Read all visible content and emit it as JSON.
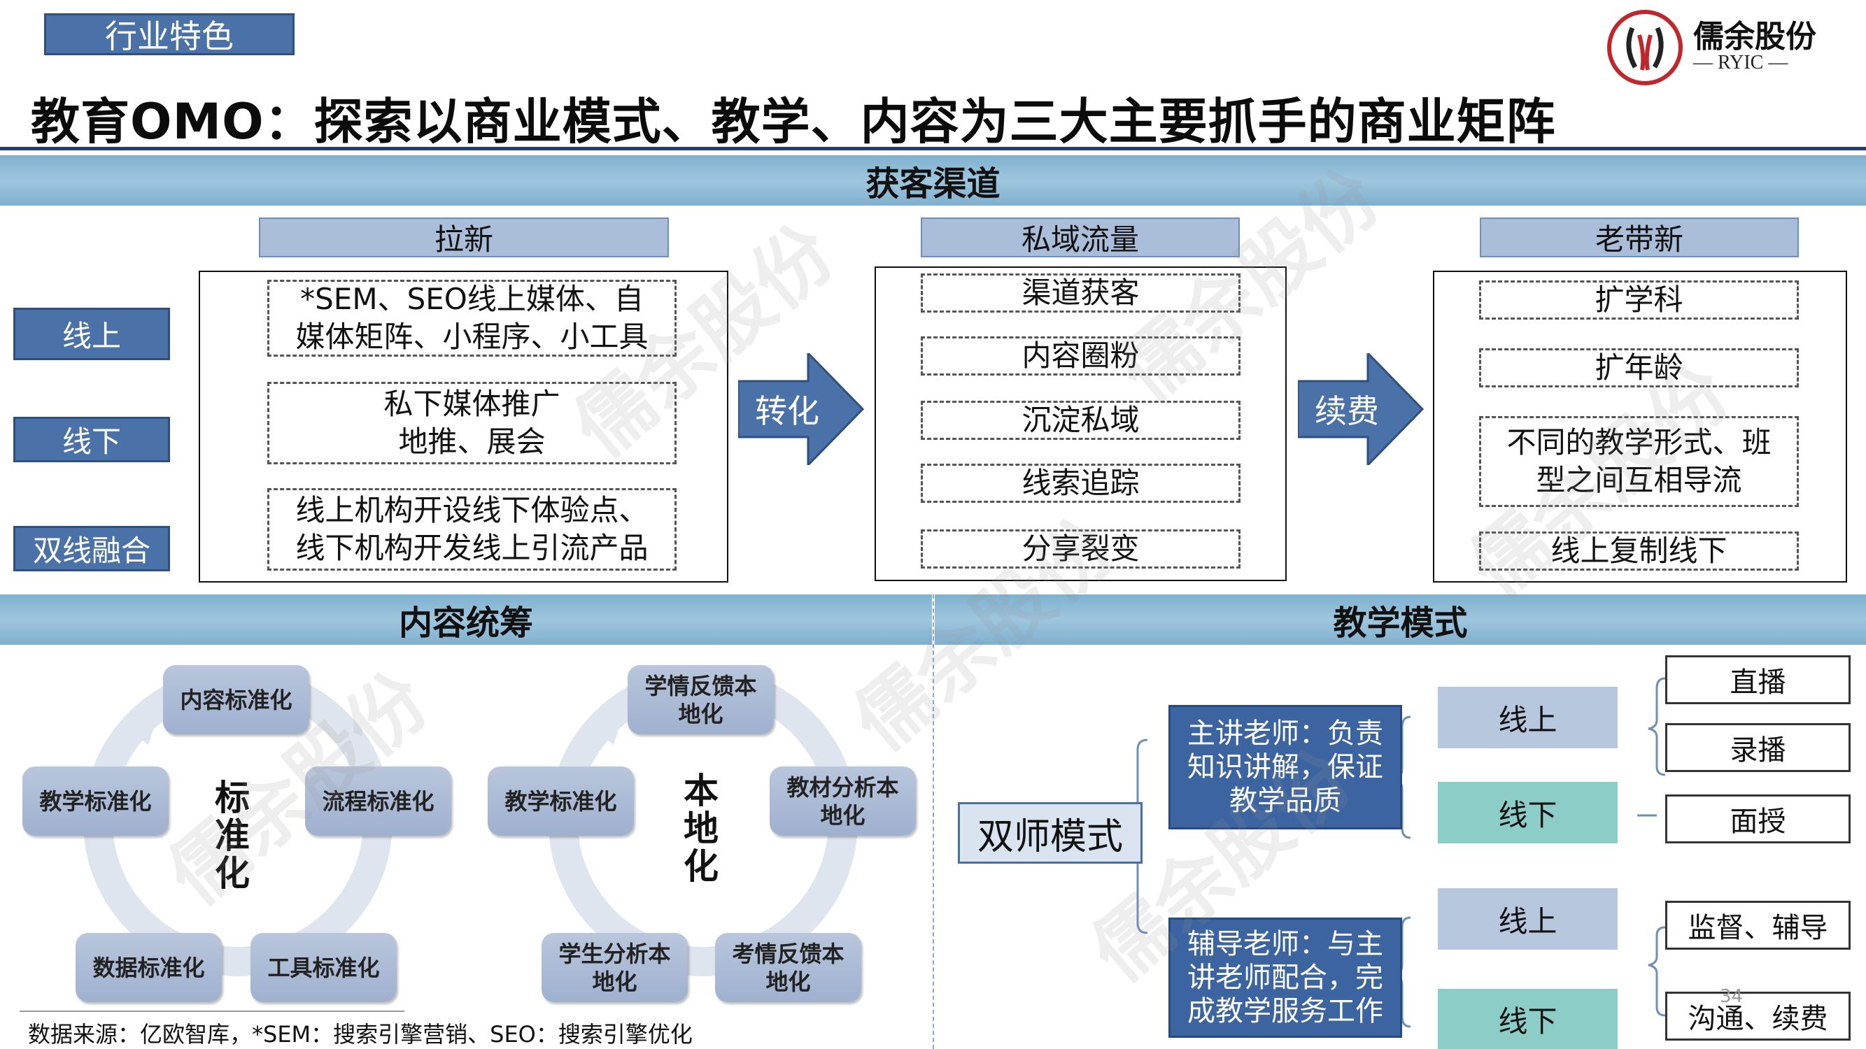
{
  "header": {
    "section_tag": "行业特色",
    "title": "教育OMO：探索以商业模式、教学、内容为三大主要抓手的商业矩阵",
    "logo_name": "儒余股份",
    "logo_sub": "— RYIC —"
  },
  "acquisition": {
    "title": "获客渠道",
    "channels": [
      "线上",
      "线下",
      "双线融合"
    ],
    "phases": [
      {
        "label": "拉新",
        "items": [
          [
            "*SEM、SEO线上媒体、自",
            "媒体矩阵、小程序、小工具"
          ],
          [
            "私下媒体推广",
            "地推、展会"
          ],
          [
            "线上机构开设线下体验点、",
            "线下机构开发线上引流产品"
          ]
        ]
      },
      {
        "label": "私域流量",
        "items": [
          "渠道获客",
          "内容圈粉",
          "沉淀私域",
          "线索追踪",
          "分享裂变"
        ]
      },
      {
        "label": "老带新",
        "items": [
          [
            "扩学科"
          ],
          [
            "扩年龄"
          ],
          [
            "不同的教学形式、班",
            "型之间互相导流"
          ],
          [
            "线上复制线下"
          ]
        ]
      }
    ],
    "arrows": [
      "转化",
      "续费"
    ]
  },
  "content": {
    "title": "内容统筹",
    "standardization": {
      "center": [
        "标",
        "准",
        "化"
      ],
      "nodes": [
        "内容标准化",
        "流程标准化",
        "工具标准化",
        "数据标准化",
        "教学标准化"
      ]
    },
    "localization": {
      "center": [
        "本",
        "地",
        "化"
      ],
      "nodes": [
        [
          "学情反馈本",
          "地化"
        ],
        [
          "教材分析本",
          "地化"
        ],
        [
          "考情反馈本",
          "地化"
        ],
        [
          "学生分析本",
          "地化"
        ],
        [
          "教学标准化"
        ]
      ]
    }
  },
  "teaching": {
    "title": "教学模式",
    "root": "双师模式",
    "teachers": [
      {
        "lines": [
          "主讲老师：负责",
          "知识讲解，保证",
          "教学品质"
        ],
        "online": "线上",
        "offline": "线下",
        "online_leaves": [
          "直播",
          "录播"
        ],
        "offline_leaves": [
          "面授"
        ]
      },
      {
        "lines": [
          "辅导老师：与主",
          "讲老师配合，完",
          "成教学服务工作"
        ],
        "online": "线上",
        "offline": "线下",
        "online_leaves": [
          "监督、辅导",
          "沟通、续费"
        ],
        "offline_leaves": []
      }
    ]
  },
  "footer": {
    "source": "数据来源：亿欧智库，*SEM：搜索引擎营销、SEO：搜索引擎优化",
    "page": "34"
  },
  "watermark": "儒余股份",
  "colors": {
    "brand_blue": "#4a72a8",
    "band": "#8fbcd6",
    "offline_teal": "#8ccdc7",
    "logo_red": "#c0272d"
  }
}
